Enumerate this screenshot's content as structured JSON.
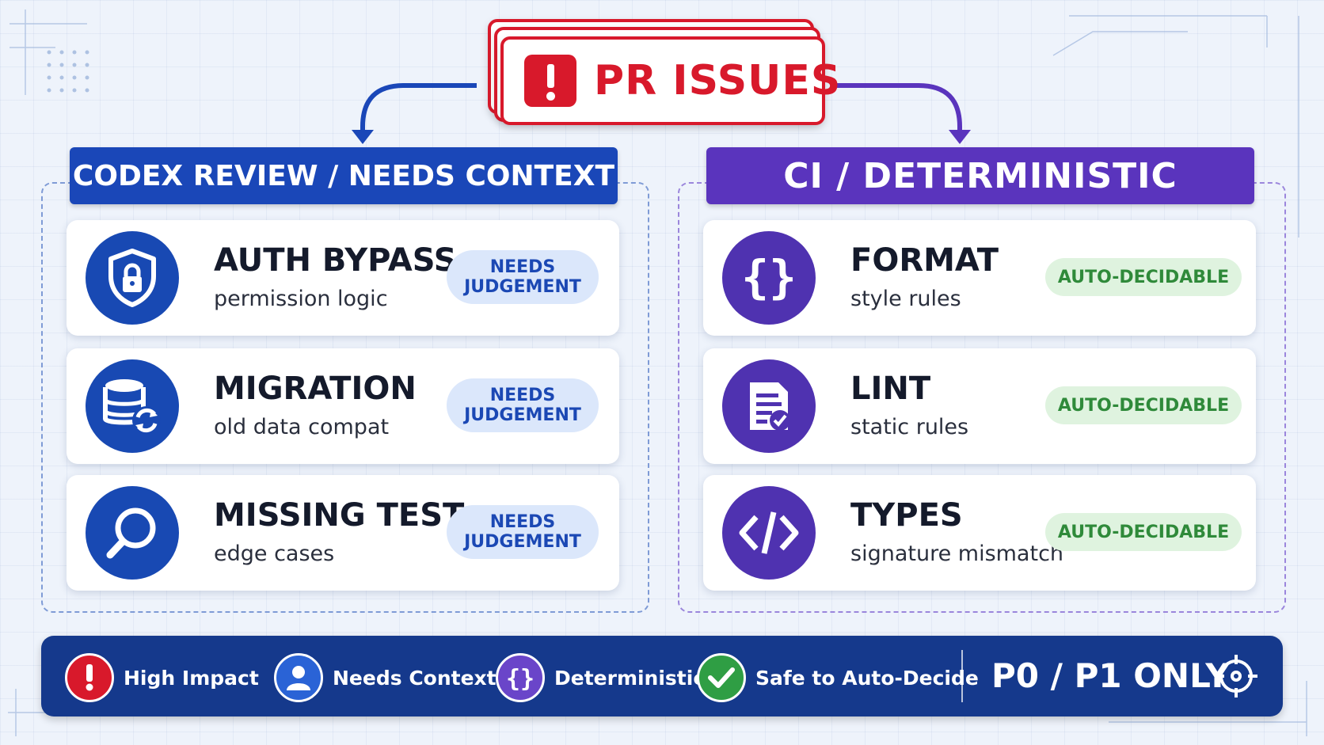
{
  "title": "PR ISSUES",
  "left_section": {
    "header": "CODEX REVIEW / NEEDS CONTEXT",
    "badge_lines": [
      "NEEDS",
      "JUDGEMENT"
    ],
    "items": [
      {
        "title": "AUTH BYPASS",
        "subtitle": "permission logic",
        "icon": "shield-lock-icon"
      },
      {
        "title": "MIGRATION",
        "subtitle": "old data compat",
        "icon": "database-sync-icon"
      },
      {
        "title": "MISSING TEST",
        "subtitle": "edge cases",
        "icon": "magnifier-icon"
      }
    ]
  },
  "right_section": {
    "header": "CI / DETERMINISTIC",
    "badge": "AUTO-DECIDABLE",
    "items": [
      {
        "title": "FORMAT",
        "subtitle": "style rules",
        "icon": "curly-braces-icon"
      },
      {
        "title": "LINT",
        "subtitle": "static rules",
        "icon": "checklist-document-icon"
      },
      {
        "title": "TYPES",
        "subtitle": "signature mismatch",
        "icon": "code-tag-icon"
      }
    ]
  },
  "legend": {
    "items": [
      {
        "label": "High Impact",
        "icon": "exclamation-icon",
        "color": "#d8192b"
      },
      {
        "label": "Needs Context",
        "icon": "user-icon",
        "color": "#2a63d6"
      },
      {
        "label": "Deterministic",
        "icon": "curly-braces-icon",
        "color": "#6a45c9"
      },
      {
        "label": "Safe to Auto-Decide",
        "icon": "checkmark-icon",
        "color": "#2f9e44"
      }
    ],
    "scope": "P0 / P1 ONLY",
    "scope_icon": "crosshair-icon"
  },
  "colors": {
    "high_impact_red": "#d8192b",
    "codex_blue": "#1a47b8",
    "ci_purple": "#5a34bd",
    "legend_navy": "#15398c",
    "auto_green": "#2f8a3a"
  }
}
